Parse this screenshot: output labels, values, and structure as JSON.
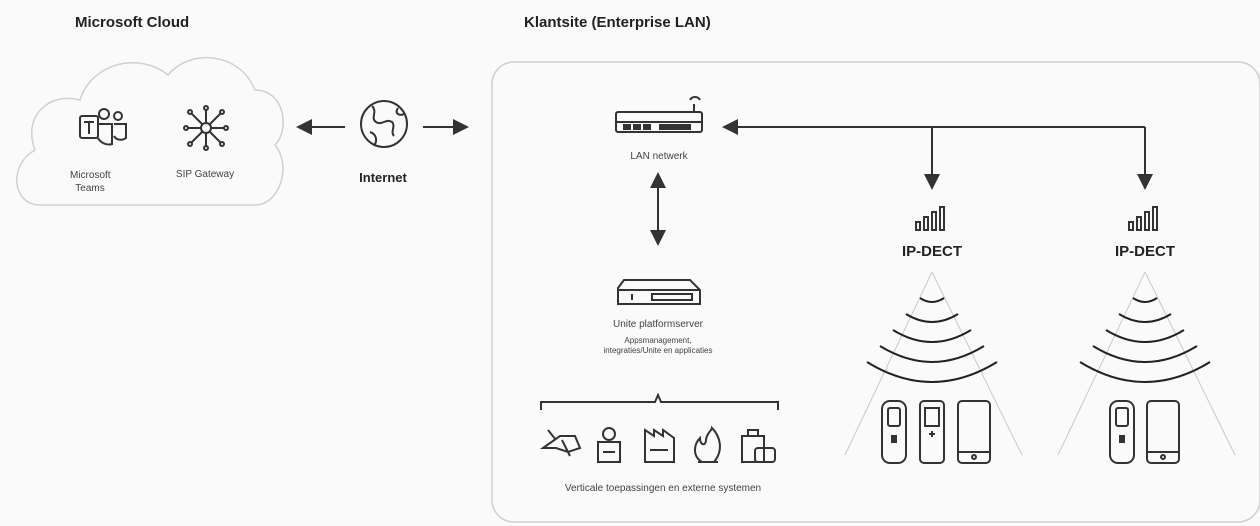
{
  "cloud": {
    "title": "Microsoft Cloud",
    "teams_label": "Microsoft\nTeams",
    "sip_label": "SIP Gateway"
  },
  "internet": {
    "label": "Internet"
  },
  "site": {
    "title": "Klantsite (Enterprise LAN)",
    "lan_label": "LAN netwerk",
    "server_label": "Unite platformserver",
    "server_sub1": "Appsmanagement,",
    "server_sub2": "integraties/Unite en applicaties",
    "vertical_label": "Verticale toepassingen en externe systemen"
  },
  "dect": [
    {
      "label": "IP-DECT"
    },
    {
      "label": "IP-DECT"
    }
  ],
  "icons": [
    "teams-icon",
    "sip-gateway-icon",
    "globe-icon",
    "router-icon",
    "server-icon",
    "signal-icon"
  ]
}
